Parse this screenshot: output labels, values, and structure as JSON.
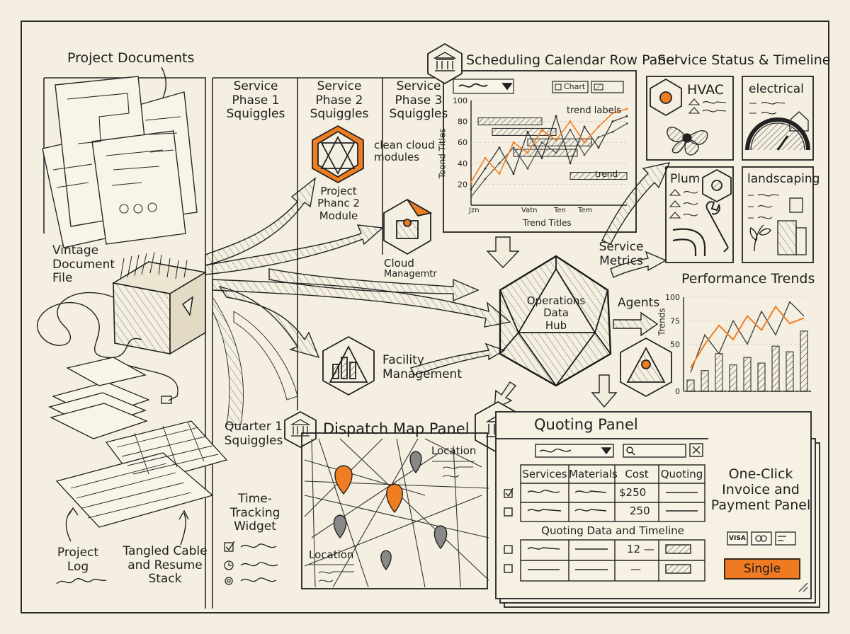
{
  "left": {
    "project_documents": "Project Documents",
    "vintage_file": [
      "Vintage",
      "Document",
      "File"
    ],
    "project_log": [
      "Project",
      "Log"
    ],
    "tangled_cable": [
      "Tangled Cable",
      "and Resume",
      "Stack"
    ],
    "time_tracking": [
      "Time-",
      "Tracking",
      "Widget"
    ]
  },
  "phases": {
    "phase1": [
      "Service",
      "Phase 1",
      "Squiggles"
    ],
    "phase2": [
      "Service",
      "Phase 2",
      "Squiggles"
    ],
    "phase3": [
      "Service",
      "Phase 3",
      "Squiggles"
    ],
    "quarter1": [
      "Quarter 1",
      "Squiggles"
    ]
  },
  "modules": {
    "clean_cloud": [
      "clean cloud",
      "modules"
    ],
    "project_module": [
      "Project",
      "Phanc 2",
      "Module"
    ],
    "cloud_management": [
      "Cloud",
      "Managemtr"
    ],
    "facility_management": [
      "Facility",
      "Management"
    ]
  },
  "hub": {
    "label": [
      "Operations",
      "Data",
      "Hub"
    ]
  },
  "scheduling": {
    "title": "Scheduling Calendar Row Panel",
    "chart_button": "Chart",
    "trend_labels": "trend labels",
    "trend": "trend",
    "y_axis_label": "Toond Titles",
    "x_axis_label": "Trend Titles",
    "x_ticks": [
      "Jzn",
      "Vatn",
      "Ten",
      "Tem"
    ]
  },
  "service_status": {
    "title": "Service Status & Timeline",
    "cards": [
      {
        "label": "HVAC"
      },
      {
        "label": "electrical"
      },
      {
        "label": "Plum"
      },
      {
        "label": "landscaping"
      }
    ]
  },
  "connectors": {
    "service_metrics": [
      "Service",
      "Metrics"
    ],
    "agents": "Agents"
  },
  "performance": {
    "title": "Performance Trends",
    "y_label": "Trends"
  },
  "dispatch": {
    "title": "Dispatch Map Panel",
    "location_top": "Location",
    "location_bottom": "Location"
  },
  "quoting": {
    "title": "Quoting Panel",
    "headers": [
      "Services",
      "Materials",
      "Cost",
      "Quoting"
    ],
    "rows": [
      {
        "cost": "$250",
        "checked": true
      },
      {
        "cost": "250",
        "checked": false
      }
    ],
    "subheader": "Quoting Data and Timeline",
    "rows2": [
      {
        "cost": "12 —"
      },
      {
        "cost": "—"
      }
    ],
    "close_icon": "close-icon"
  },
  "invoice": {
    "title": [
      "One-Click",
      "Invoice and",
      "Payment Panel"
    ],
    "cards": [
      "VISA"
    ],
    "button": "Single"
  },
  "colors": {
    "accent": "#ef7d22",
    "ink": "#1e1e1e",
    "paper": "#f4efe0"
  },
  "chart_data": [
    {
      "type": "line",
      "title": "",
      "xlabel": "Trend Titles",
      "ylabel": "Toond Titles",
      "ylim": [
        0,
        100
      ],
      "yticks": [
        20,
        40,
        60,
        80,
        100
      ],
      "x": [
        0,
        1,
        2,
        3,
        4,
        5,
        6,
        7,
        8,
        9,
        10,
        11
      ],
      "series": [
        {
          "values": [
            15,
            35,
            55,
            30,
            70,
            45,
            85,
            40,
            75,
            55,
            80,
            85
          ]
        },
        {
          "values": [
            8,
            25,
            40,
            55,
            35,
            60,
            50,
            72,
            48,
            65,
            70,
            78
          ]
        },
        {
          "values": [
            22,
            45,
            30,
            60,
            50,
            72,
            62,
            80,
            60,
            75,
            88,
            92
          ]
        }
      ],
      "gantt": [
        {
          "row": 80,
          "start": 0.5,
          "end": 5.0
        },
        {
          "row": 70,
          "start": 1.5,
          "end": 6.0
        },
        {
          "row": 60,
          "start": 4.0,
          "end": 8.5
        },
        {
          "row": 50,
          "start": 3.0,
          "end": 7.5
        },
        {
          "row": 28,
          "start": 7.0,
          "end": 11.0
        }
      ]
    },
    {
      "type": "bar",
      "title": "",
      "ylabel": "Trends",
      "ylim": [
        0,
        100
      ],
      "yticks": [
        0,
        50,
        75,
        100
      ],
      "values": [
        12,
        22,
        40,
        28,
        36,
        30,
        48,
        42,
        64
      ],
      "series": [
        {
          "values": [
            20,
            60,
            40,
            75,
            50,
            85,
            60,
            95,
            80
          ]
        },
        {
          "values": [
            25,
            50,
            70,
            55,
            80,
            65,
            90,
            72,
            78
          ]
        }
      ]
    }
  ]
}
